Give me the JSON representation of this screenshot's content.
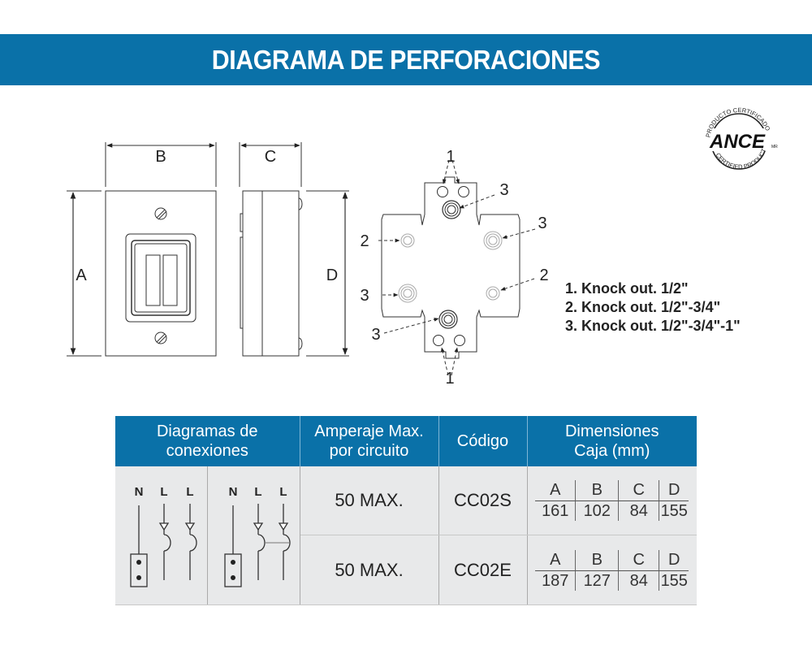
{
  "banner": {
    "title": "DIAGRAMA DE PERFORACIONES",
    "color": "#0a71a8"
  },
  "logo": {
    "brand": "ANCE",
    "mark": "MR",
    "top_arc": "PRODUCTO CERTIFICADO",
    "bottom_arc": "CERTIFIED PRODUCT"
  },
  "drawing": {
    "front_view": {
      "width_label": "B",
      "height_label": "A"
    },
    "side_view": {
      "width_label": "C",
      "height_label": "D"
    },
    "knockout_plate": {
      "callouts": [
        "1",
        "3",
        "3",
        "2",
        "2",
        "3",
        "3",
        "1"
      ]
    }
  },
  "legend": {
    "items": [
      "1. Knock out. 1/2\"",
      "2. Knock out. 1/2\"-3/4\"",
      "3. Knock out. 1/2\"-3/4\"-1\""
    ]
  },
  "table": {
    "headers": {
      "diagrams": "Diagramas de conexiones",
      "amperage": "Amperaje Max. por circuito",
      "code": "Código",
      "dimensions": "Dimensiones Caja (mm)"
    },
    "diagram_labels": {
      "neutral": "N",
      "line": "L"
    },
    "dim_headers": [
      "A",
      "B",
      "C",
      "D"
    ],
    "rows": [
      {
        "amperage": "50 MAX.",
        "code": "CC02S",
        "dims": [
          "161",
          "102",
          "84",
          "155"
        ]
      },
      {
        "amperage": "50 MAX.",
        "code": "CC02E",
        "dims": [
          "187",
          "127",
          "84",
          "155"
        ]
      }
    ]
  }
}
